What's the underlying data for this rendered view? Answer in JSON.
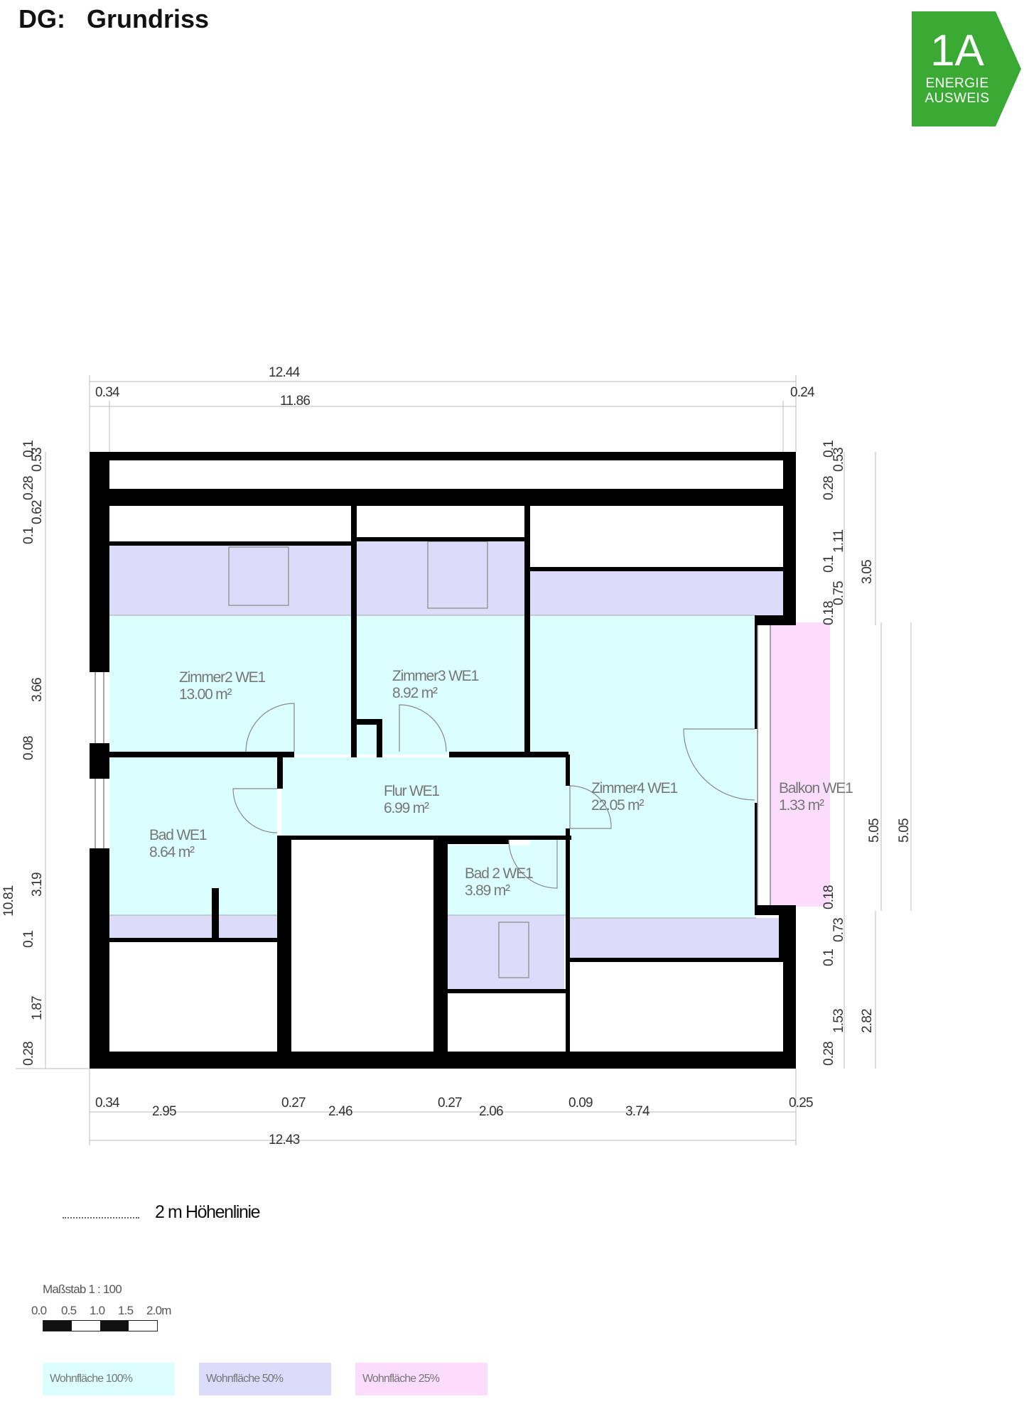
{
  "header": {
    "level": "DG:",
    "title": "Grundriss"
  },
  "badge": {
    "code": "1A",
    "line1": "ENERGIE",
    "line2": "AUSWEIS",
    "color": "#3aaa35"
  },
  "rooms": [
    {
      "name": "Zimmer2 WE1",
      "area": "13.00 m²"
    },
    {
      "name": "Zimmer3 WE1",
      "area": "8.92 m²"
    },
    {
      "name": "Flur WE1",
      "area": "6.99 m²"
    },
    {
      "name": "Zimmer4 WE1",
      "area": "22.05 m²"
    },
    {
      "name": "Balkon WE1",
      "area": "1.33 m²"
    },
    {
      "name": "Bad WE1",
      "area": "8.64 m²"
    },
    {
      "name": "Bad 2 WE1",
      "area": "3.89 m²"
    }
  ],
  "dimensions": {
    "top": [
      "12.44",
      "0.34",
      "11.86",
      "0.24"
    ],
    "bottom": [
      "0.34",
      "2.95",
      "0.27",
      "2.46",
      "0.27",
      "2.06",
      "0.09",
      "3.74",
      "0.25",
      "12.43"
    ],
    "left": [
      "0.1",
      "0.53",
      "0.28",
      "0.62",
      "0.1",
      "3.66",
      "0.08",
      "10.81",
      "3.19",
      "0.1",
      "1.87",
      "0.28"
    ],
    "right": [
      "0.1",
      "0.53",
      "0.28",
      "1.11",
      "0.1",
      "0.75",
      "3.05",
      "0.18",
      "5.05",
      "5.05",
      "0.18",
      "0.73",
      "0.1",
      "1.53",
      "2.82",
      "0.28"
    ]
  },
  "contour_note": "2 m Höhenlinie",
  "scale": {
    "title": "Maßstab 1 : 100",
    "ticks": [
      "0.0",
      "0.5",
      "1.0",
      "1.5",
      "2.0m"
    ]
  },
  "legend": [
    {
      "label": "Wohnfläche 100%",
      "color": "#dcfefe"
    },
    {
      "label": "Wohnfläche 50%",
      "color": "#dcdcfa"
    },
    {
      "label": "Wohnfläche 25%",
      "color": "#fcdcfc"
    }
  ],
  "colors": {
    "area100": "#dbfefe",
    "area50": "#dcdcfa",
    "area25": "#fcdcfc",
    "wall": "#000000"
  }
}
